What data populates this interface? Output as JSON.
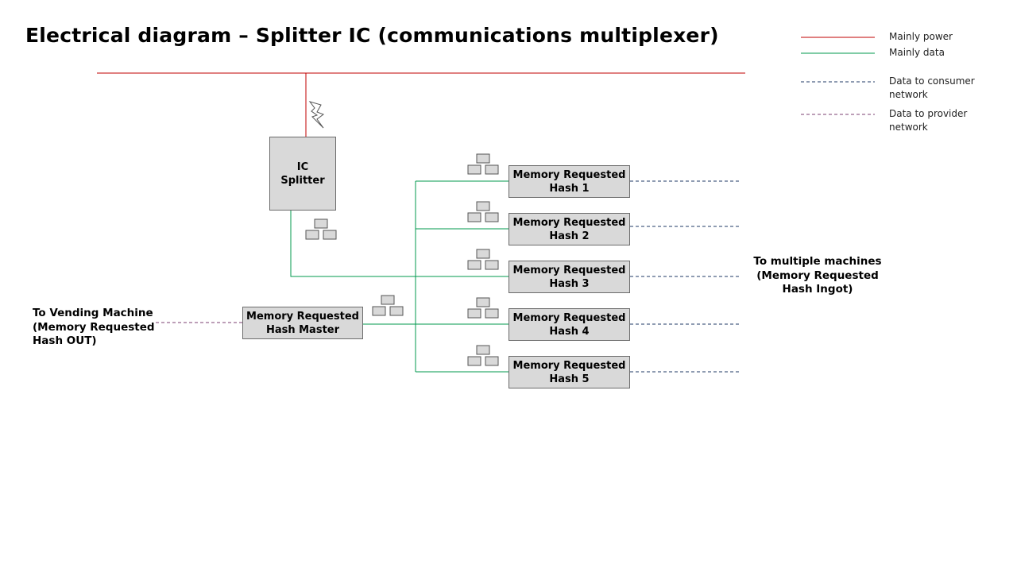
{
  "title": "Electrical diagram – Splitter IC (communications multiplexer)",
  "legend": [
    {
      "label": "Mainly power",
      "color": "#c00000",
      "dashed": false
    },
    {
      "label": "Mainly data",
      "color": "#00994d",
      "dashed": false
    },
    {
      "label": "Data to consumer\nnetwork",
      "color": "#1f3864",
      "dashed": true
    },
    {
      "label": "Data to provider\nnetwork",
      "color": "#7b3f72",
      "dashed": true
    }
  ],
  "nodes": {
    "ic_splitter": "IC\nSplitter",
    "master": "Memory Requested\nHash Master",
    "hashes": [
      "Memory Requested\nHash 1",
      "Memory Requested\nHash 2",
      "Memory Requested\nHash 3",
      "Memory Requested\nHash 4",
      "Memory Requested\nHash 5"
    ]
  },
  "labels": {
    "vending": "To Vending Machine\n(Memory Requested\nHash OUT)",
    "machines": "To multiple machines\n(Memory Requested\nHash Ingot)"
  },
  "icons": [
    "lightning-bolt-icon",
    "network-switch-icon"
  ]
}
